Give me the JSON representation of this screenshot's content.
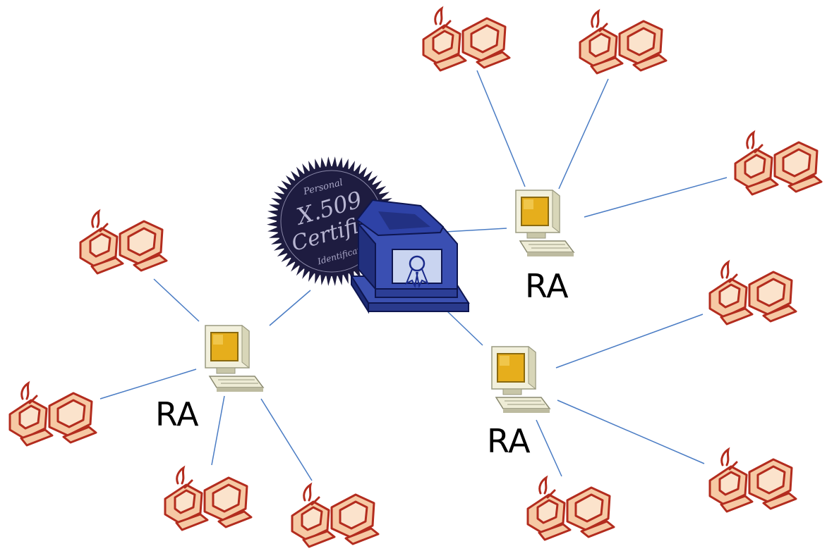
{
  "diagram": {
    "type": "network",
    "ca": {
      "icon": "certificate-authority-building-icon",
      "seal": {
        "icon": "x509-certified-seal-icon",
        "text_top": "Personal",
        "text_main_1": "X.509",
        "text_main_2": "Certified",
        "text_bottom": "Identification"
      }
    },
    "ra_nodes": [
      {
        "id": "ra-top-right",
        "label": "RA",
        "icon": "computer-icon",
        "clients": 3
      },
      {
        "id": "ra-right",
        "label": "RA",
        "icon": "computer-icon",
        "clients": 3
      },
      {
        "id": "ra-left",
        "label": "RA",
        "icon": "computer-icon",
        "clients": 4
      }
    ],
    "client_icon": "user-workstation-icon",
    "colors": {
      "link": "#4a7cc4",
      "ca_fill": "#2b3f9e",
      "ca_face": "#c9d4f0",
      "seal": "#1e1c40",
      "client_fill": "#f5c8a2",
      "client_stroke": "#b83020",
      "ra_body": "#f0eed8",
      "ra_screen": "#e8b020"
    }
  }
}
